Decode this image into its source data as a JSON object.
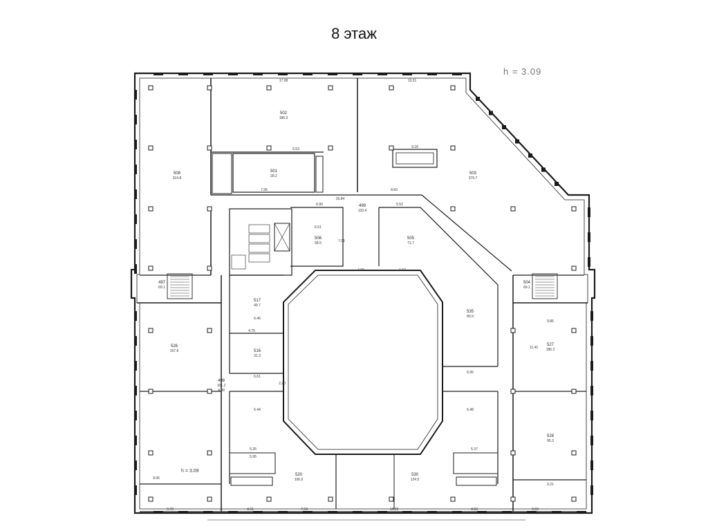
{
  "title": "8 этаж",
  "height_note": "h = 3.09",
  "inner_height_note": "h = 3.09",
  "rooms": [
    {
      "id": "508",
      "area": "314.8"
    },
    {
      "id": "502",
      "area": "186.3"
    },
    {
      "id": "501",
      "area": "28.2"
    },
    {
      "id": "503",
      "area": "379.7"
    },
    {
      "id": "499",
      "area": "133.4"
    },
    {
      "id": "506",
      "area": "58.5"
    },
    {
      "id": "505",
      "area": "71.7"
    },
    {
      "id": "497",
      "area": "69.1"
    },
    {
      "id": "504",
      "area": "69.1"
    },
    {
      "id": "517",
      "area": "49.7"
    },
    {
      "id": "516",
      "area": "31.3"
    },
    {
      "id": "535",
      "area": "80.9"
    },
    {
      "id": "527",
      "area": "186.2"
    },
    {
      "id": "526",
      "area": "197.8"
    },
    {
      "id": "498",
      "area": "101.2"
    },
    {
      "id": "520",
      "area": "106.0"
    },
    {
      "id": "530",
      "area": "124.5"
    },
    {
      "id": "528",
      "area": "95.3"
    }
  ],
  "dimensions": [
    "17.98",
    "13.31",
    "5.53",
    "9.18",
    "7.96",
    "8.83",
    "26.84",
    "6.90",
    "5.52",
    "6.51",
    "7.05",
    "4.00",
    "1.67",
    "6.46",
    "4.75",
    "6.61",
    "6.95",
    "9.86",
    "11.42",
    "9.21",
    "9.06",
    "9.70",
    "4.91",
    "7.64",
    "14.09",
    "4.83",
    "9.69",
    "5.35",
    "5.37",
    "6.48",
    "6.44",
    "4.98",
    "5.95",
    "2.20"
  ]
}
